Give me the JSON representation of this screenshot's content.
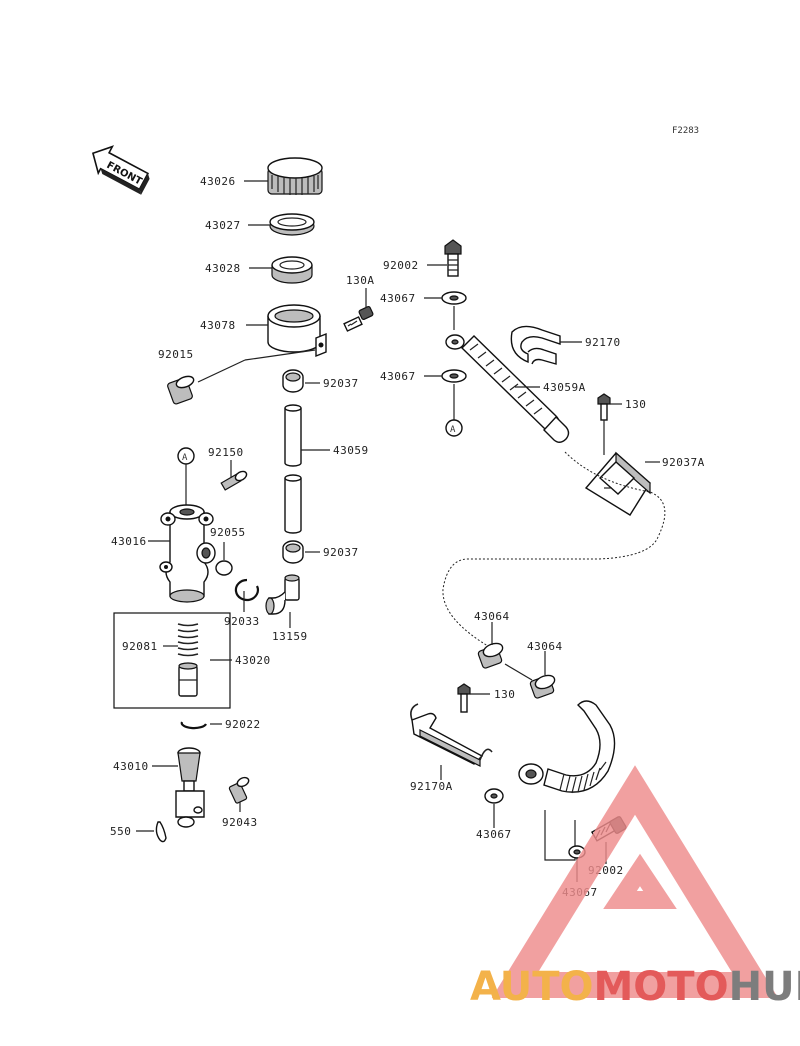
{
  "figure_code": "F2283",
  "front_label": "FRONT",
  "callout_a": "A",
  "parts": {
    "p43026": "43026",
    "p43027": "43027",
    "p43028": "43028",
    "p43078": "43078",
    "p92015": "92015",
    "p130A": "130A",
    "p92037_top": "92037",
    "p43059": "43059",
    "p92037_bot": "92037",
    "p13159": "13159",
    "p92150": "92150",
    "p43016": "43016",
    "p92055": "92055",
    "p92033": "92033",
    "p92081": "92081",
    "p43020": "43020",
    "p92022": "92022",
    "p43010": "43010",
    "p92043": "92043",
    "p550": "550",
    "p92002_top": "92002",
    "p43067_a": "43067",
    "p43067_b": "43067",
    "p43059A": "43059A",
    "p92170": "92170",
    "p130_a": "130",
    "p92037A": "92037A",
    "p43064_a": "43064",
    "p43064_b": "43064",
    "p130_b": "130",
    "p92170A": "92170A",
    "p43067_c": "43067",
    "p92002_bot": "92002",
    "p43067_d": "43067"
  },
  "watermark": {
    "part1": "AUTO",
    "part2": "MOTO",
    "part3": "HUB"
  }
}
